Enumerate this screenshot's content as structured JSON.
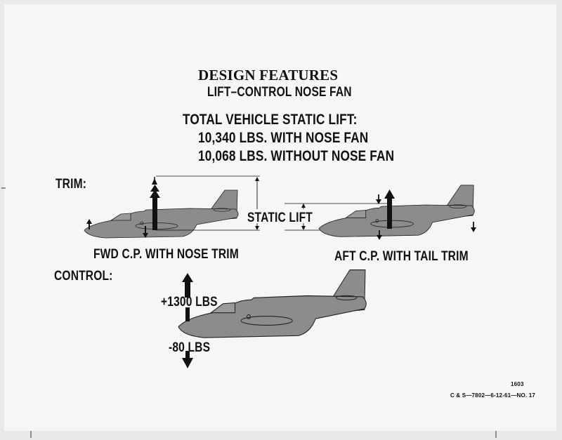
{
  "header": {
    "title": "DESIGN FEATURES",
    "subtitle": "LIFT–CONTROL NOSE FAN"
  },
  "lift_summary": {
    "heading": "TOTAL VEHICLE STATIC LIFT:",
    "with_fan": "10,340 LBS. WITH NOSE FAN",
    "without_fan": "10,068 LBS. WITHOUT NOSE FAN"
  },
  "trim": {
    "label": "TRIM:",
    "static_lift_label": "STATIC LIFT",
    "fwd_caption": "FWD C.P. WITH NOSE TRIM",
    "aft_caption": "AFT C.P. WITH TAIL TRIM"
  },
  "control": {
    "label": "CONTROL:",
    "up_force": "+1300 LBS",
    "down_force": "-80 LBS"
  },
  "footer": {
    "page_number": "1603",
    "reference": "C & S—7802—6-12-61—NO. 17"
  },
  "colors": {
    "aircraft_fill": "#8c8c8c",
    "arrow": "#111111",
    "paper": "#f6f6f6"
  }
}
